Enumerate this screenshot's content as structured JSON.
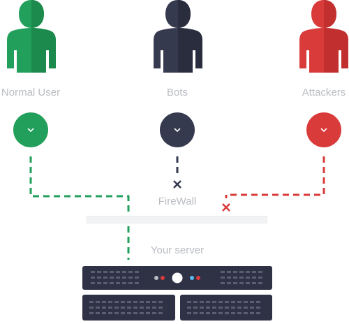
{
  "actors": [
    {
      "label": "Normal User",
      "color": "#22a05b",
      "color_dark": "#1b8a4c",
      "icon": "person-icon",
      "badge_icon": "chevron-down-icon"
    },
    {
      "label": "Bots",
      "color": "#363a4e",
      "color_dark": "#2a2d3e",
      "icon": "person-icon",
      "badge_icon": "chevron-down-icon"
    },
    {
      "label": "Attackers",
      "color": "#d93a3a",
      "color_dark": "#c22f2f",
      "icon": "person-icon",
      "badge_icon": "chevron-down-icon"
    }
  ],
  "firewall": {
    "label": "FireWall"
  },
  "server": {
    "label": "Your server",
    "body_color": "#2f3244"
  },
  "colors": {
    "label_gray": "#b9bcc2",
    "allowed_path": "#22a05b",
    "bot_path": "#363a4e",
    "blocked_path": "#d93a3a"
  }
}
